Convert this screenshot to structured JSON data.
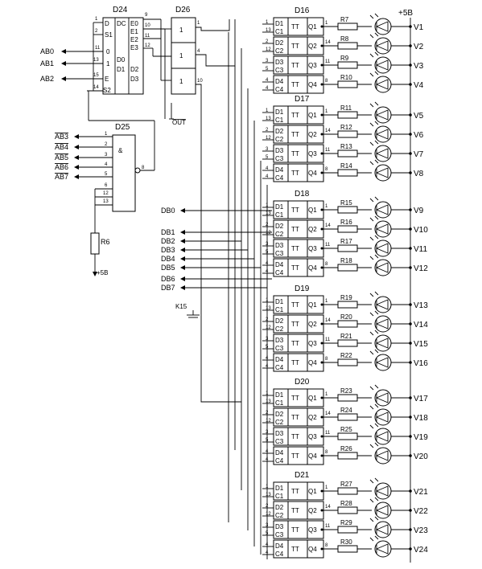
{
  "power": {
    "vcc": "+5B"
  },
  "d24": {
    "ref": "D24",
    "type": "DC",
    "inputs": [
      "S1",
      "0",
      "1",
      "D0",
      "D1",
      "E",
      "S2"
    ],
    "outputs": [
      "E0",
      "E1",
      "E2",
      "E3",
      "D2",
      "D3"
    ],
    "pins_left": [
      "1",
      "2",
      "11",
      "13",
      "15",
      "14"
    ],
    "pins_right": [
      "9",
      "10",
      "11",
      "12"
    ]
  },
  "d26": {
    "ref": "D26",
    "cells": [
      "1",
      "1",
      "1"
    ],
    "pins": [
      "1",
      "4",
      "10"
    ],
    "out": "OUT"
  },
  "d25": {
    "ref": "D25",
    "func": "&",
    "pins": [
      "1",
      "2",
      "3",
      "4",
      "5",
      "6",
      "12",
      "13",
      "8"
    ]
  },
  "left_signals": {
    "address": [
      "AB0",
      "AB1",
      "AB2"
    ],
    "address_inv": [
      "AB3",
      "AB4",
      "AB5",
      "AB6",
      "AB7"
    ],
    "data": [
      "DB0",
      "DB1",
      "DB2",
      "DB3",
      "DB4",
      "DB5",
      "DB6",
      "DB7"
    ]
  },
  "r_pullup": {
    "ref": "R6",
    "supply": "+5B"
  },
  "switch": {
    "ref": "K15"
  },
  "latch": {
    "ins": [
      "D1",
      "C1",
      "D2",
      "C2",
      "D3",
      "C3",
      "D4",
      "C4"
    ],
    "tt": "TT",
    "outs": [
      "Q1",
      "Q2",
      "Q3",
      "Q4"
    ],
    "in_pins": [
      "1",
      "13",
      "2",
      "12",
      "3",
      "5",
      "4",
      "4"
    ],
    "out_pins": [
      "1",
      "14",
      "11",
      "8"
    ]
  },
  "chips": [
    {
      "ref": "D16",
      "resistors": [
        "R7",
        "R8",
        "R9",
        "R10"
      ],
      "leds": [
        "V1",
        "V2",
        "V3",
        "V4"
      ]
    },
    {
      "ref": "D17",
      "resistors": [
        "R11",
        "R12",
        "R13",
        "R14"
      ],
      "leds": [
        "V5",
        "V6",
        "V7",
        "V8"
      ]
    },
    {
      "ref": "D18",
      "resistors": [
        "R15",
        "R16",
        "R17",
        "R18"
      ],
      "leds": [
        "V9",
        "V10",
        "V11",
        "V12"
      ]
    },
    {
      "ref": "D19",
      "resistors": [
        "R19",
        "R20",
        "R21",
        "R22"
      ],
      "leds": [
        "V13",
        "V14",
        "V15",
        "V16"
      ]
    },
    {
      "ref": "D20",
      "resistors": [
        "R23",
        "R24",
        "R25",
        "R26"
      ],
      "leds": [
        "V17",
        "V18",
        "V19",
        "V20"
      ]
    },
    {
      "ref": "D21",
      "resistors": [
        "R27",
        "R28",
        "R29",
        "R30"
      ],
      "leds": [
        "V21",
        "V22",
        "V23",
        "V24"
      ]
    }
  ]
}
